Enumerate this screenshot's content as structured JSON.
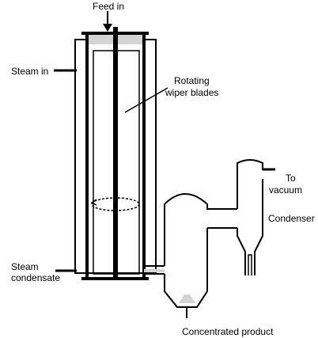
{
  "labels": {
    "feed_in": "Feed in",
    "steam_in": "Steam in",
    "rotating_wiper_blades": [
      "Rotating",
      "wiper blades"
    ],
    "to_vacuum": [
      "To",
      "vacuum"
    ],
    "condenser": "Condenser",
    "steam_condensate": [
      "Steam",
      "condensate"
    ],
    "concentrated_product": "Concentrated product"
  },
  "colors": {
    "line": "#000000",
    "fill_grey": "#d4d4d4",
    "background": "#ffffff"
  }
}
